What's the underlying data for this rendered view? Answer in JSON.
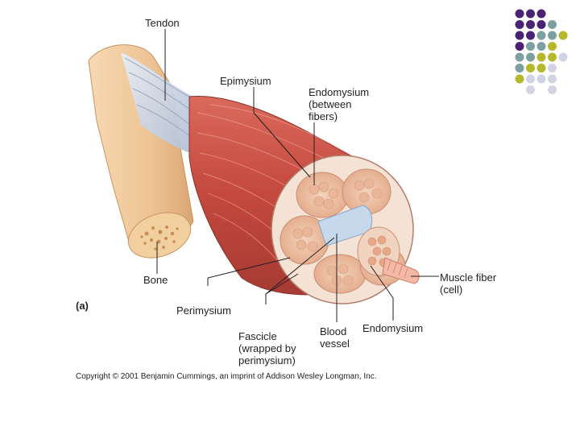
{
  "labels": {
    "tendon": "Tendon",
    "epimysium": "Epimysium",
    "endomysium_between": "Endomysium\n(between\nfibers)",
    "bone": "Bone",
    "panel": "(a)",
    "perimysium": "Perimysium",
    "fascicle": "Fascicle\n(wrapped by\nperimysium)",
    "blood_vessel": "Blood\nvessel",
    "endomysium": "Endomysium",
    "muscle_fiber": "Muscle fiber\n(cell)"
  },
  "copyright": "Copyright © 2001 Benjamin Cummings, an imprint of Addison Wesley Longman, Inc.",
  "colors": {
    "purple": "#4b2375",
    "teal": "#7e9fa2",
    "olive": "#b5b82a",
    "lavender": "#d3d3e6",
    "muscle": "#c8574a",
    "tendon": "#f0c79b"
  }
}
